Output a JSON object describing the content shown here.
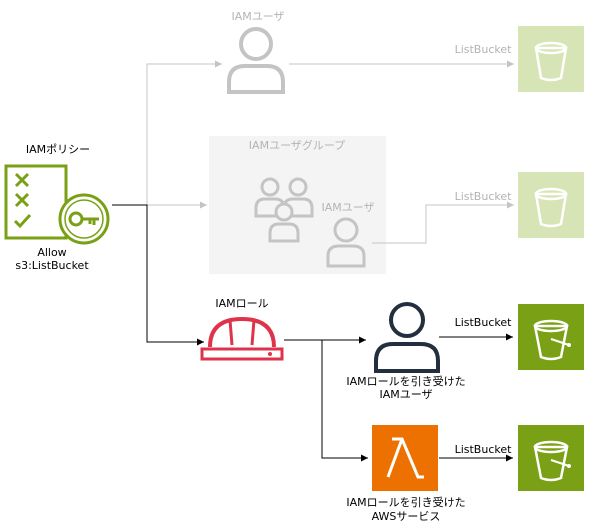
{
  "policy": {
    "title": "IAMポリシー",
    "effect": "Allow",
    "action": "s3:ListBucket"
  },
  "iam_user_top": {
    "label": "IAMユーザ",
    "action_label": "ListBucket"
  },
  "user_group": {
    "title": "IAMユーザグループ",
    "member_label": "IAMユーザ",
    "action_label": "ListBucket"
  },
  "iam_role": {
    "label": "IAMロール"
  },
  "role_user": {
    "label_line1": "IAMロールを引き受けた",
    "label_line2": "IAMユーザ",
    "action_label": "ListBucket"
  },
  "role_service": {
    "label_line1": "IAMロールを引き受けた",
    "label_line2": "AWSサービス",
    "action_label": "ListBucket"
  },
  "colors": {
    "policy_green": "#7aa116",
    "s3_green": "#7aa116",
    "s3_faded": "#d7e5b6",
    "role_red": "#dd344c",
    "lambda_orange": "#ed7100",
    "user_dark": "#232f3e",
    "faded_gray": "#bdbdbd",
    "line_dark": "#000000"
  }
}
